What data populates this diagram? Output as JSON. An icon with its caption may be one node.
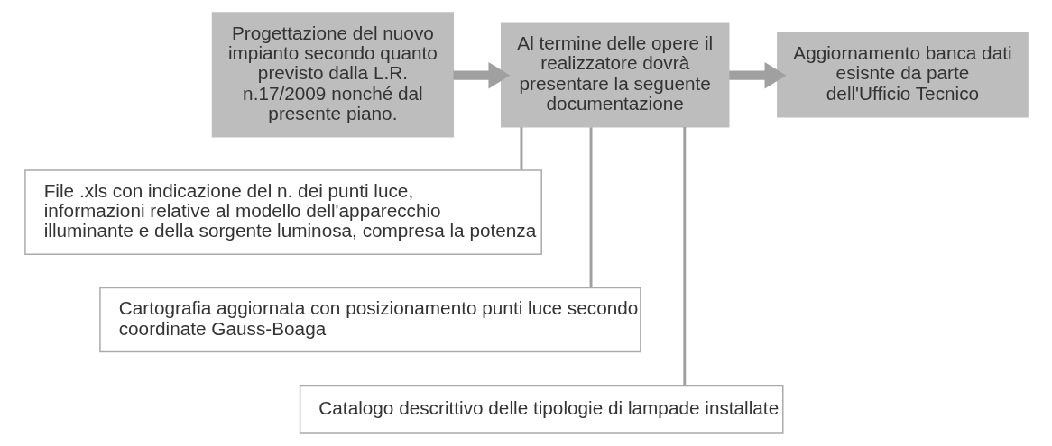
{
  "diagram": {
    "nodes": [
      {
        "text": [
          "Progettazione del nuovo impianto secondo quanto previsto dalla L.R. n.17/2009 nonché dal presente piano."
        ]
      },
      {
        "text": [
          "Al termine delle opere il realizzatore dovrà presentare la seguente documentazione"
        ]
      },
      {
        "text": [
          "Aggiornamento banca dati esisnte da parte dell'Ufficio Tecnico"
        ]
      },
      {
        "text": [
          "File .xls con indicazione del n. dei punti luce, informazioni relative al modello dell'apparecchio illuminante e della sorgente luminosa, compresa la potenza"
        ]
      },
      {
        "text": [
          "Cartografia aggiornata con posizionamento punti luce secondo coordinate Gauss-Boaga"
        ]
      },
      {
        "text": [
          "Catalogo descrittivo delle tipologie di lampade installate"
        ]
      }
    ],
    "edges": [
      {
        "from": 0,
        "to": 1,
        "arrow": "to",
        "style": "thick"
      },
      {
        "from": 1,
        "to": 2,
        "arrow": "to",
        "style": "thick"
      },
      {
        "from": 1,
        "to": 3,
        "arrow": "none"
      },
      {
        "from": 1,
        "to": 4,
        "arrow": "none"
      },
      {
        "from": 1,
        "to": 5,
        "arrow": "none"
      }
    ]
  }
}
